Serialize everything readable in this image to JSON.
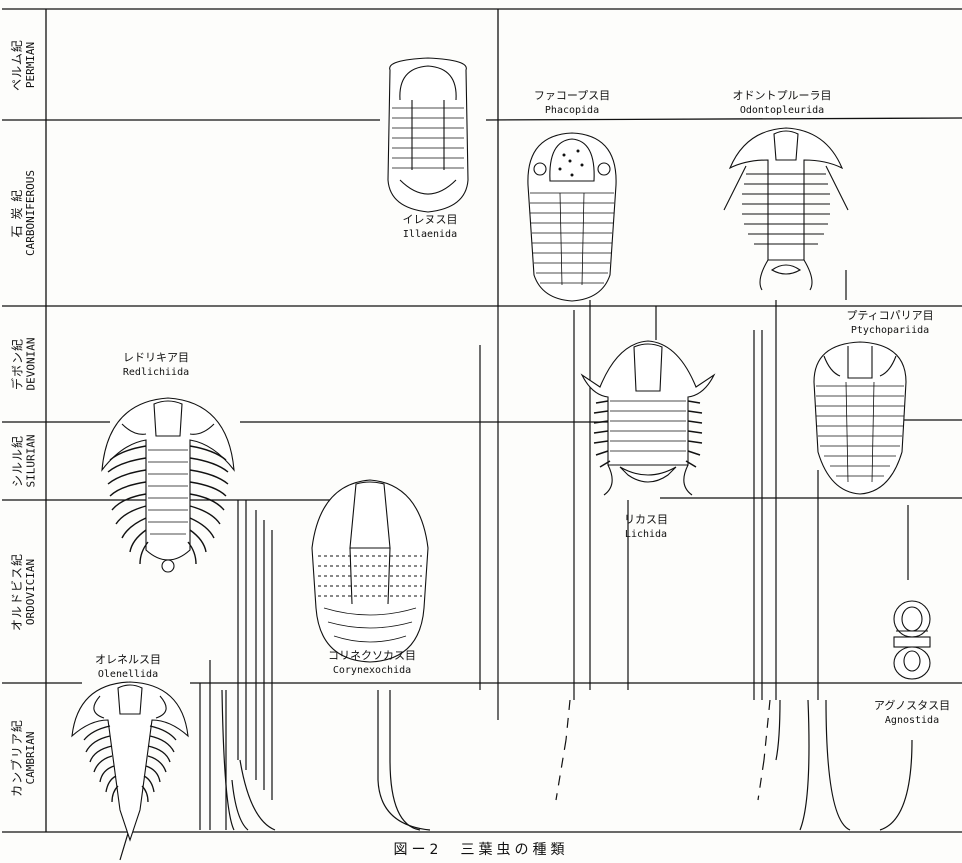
{
  "periods": [
    {
      "key": "permian",
      "jp": "ペルム紀",
      "en": "PERMIAN"
    },
    {
      "key": "carboniferous",
      "jp": "石 炭 紀",
      "en": "CARBONIFEROUS"
    },
    {
      "key": "devonian",
      "jp": "デボン紀",
      "en": "DEVONIAN"
    },
    {
      "key": "silurian",
      "jp": "シルル紀",
      "en": "SILURIAN"
    },
    {
      "key": "ordovician",
      "jp": "オルドビス紀",
      "en": "ORDOVICIAN"
    },
    {
      "key": "cambrian",
      "jp": "カンブリア紀",
      "en": "CAMBRIAN"
    }
  ],
  "orders": [
    {
      "key": "illaenida",
      "jp": "イレヌス目",
      "en": "Illaenida"
    },
    {
      "key": "phacopida",
      "jp": "ファコープス目",
      "en": "Phacopida"
    },
    {
      "key": "odontopleurida",
      "jp": "オドントプルーラ目",
      "en": "Odontopleurida"
    },
    {
      "key": "ptychopariida",
      "jp": "プティコパリア目",
      "en": "Ptychopariida"
    },
    {
      "key": "redlichiida",
      "jp": "レドリキア目",
      "en": "Redlichiida"
    },
    {
      "key": "lichida",
      "jp": "リカス目",
      "en": "Lichida"
    },
    {
      "key": "corynexochida",
      "jp": "コリネクソカス目",
      "en": "Corynexochida"
    },
    {
      "key": "olenellida",
      "jp": "オレネルス目",
      "en": "Olenellida"
    },
    {
      "key": "agnostida",
      "jp": "アグノスタス目",
      "en": "Agnostida"
    }
  ],
  "caption": "図ー2　三葉虫の種類"
}
